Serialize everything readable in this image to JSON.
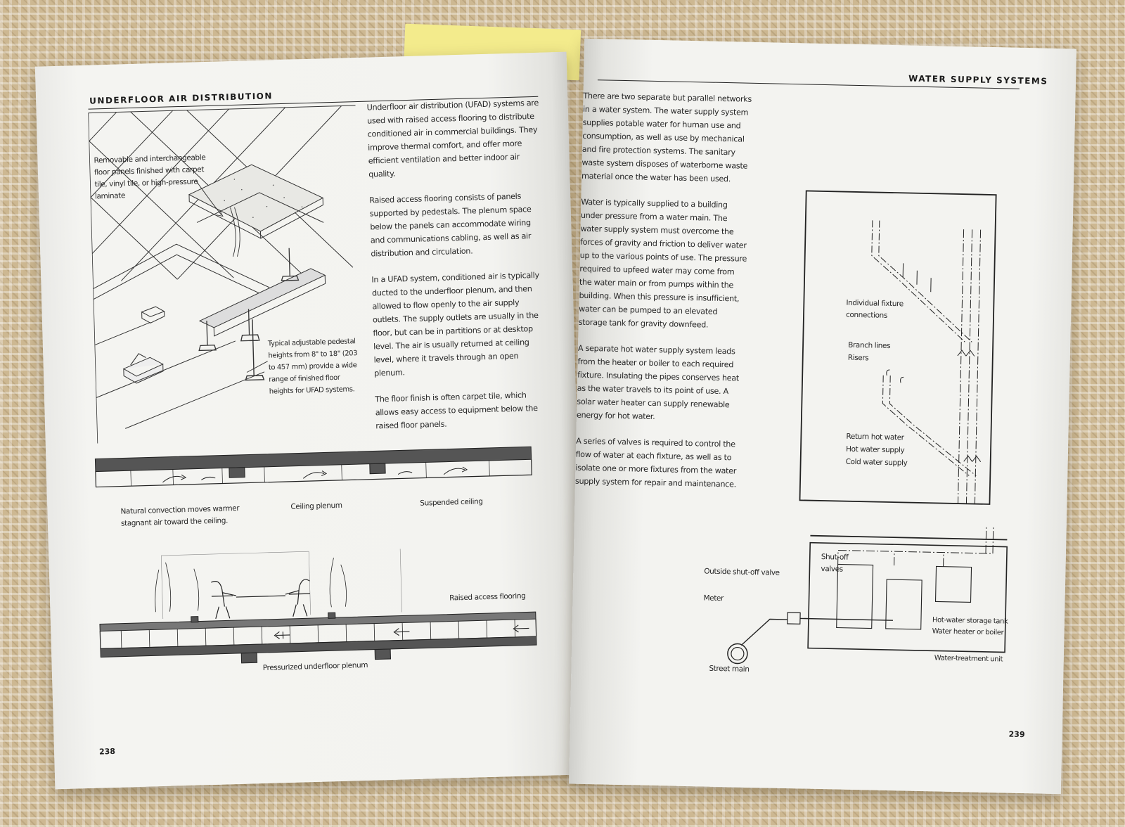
{
  "left_page": {
    "header": "UNDERFLOOR AIR DISTRIBUTION",
    "page_number": "238",
    "body_paragraphs": [
      "Underfloor air distribution (UFAD) systems are used with raised access flooring to distribute conditioned air in commercial buildings. They improve thermal comfort, and offer more efficient ventilation and better indoor air quality.",
      "Raised access flooring consists of panels supported by pedestals. The plenum space below the panels can accommodate wiring and communications cabling, as well as air distribution and circulation.",
      "In a UFAD system, conditioned air is typically ducted to the underfloor plenum, and then allowed to flow openly to the air supply outlets. The supply outlets are usually in the floor, but can be in partitions or at desktop level. The air is usually returned at ceiling level, where it travels through an open plenum.",
      "The floor finish is often carpet tile, which allows easy access to equipment below the raised floor panels."
    ],
    "labels": {
      "floor_panels": "Removable and interchangeable floor panels finished with carpet tile, vinyl tile, or high-pressure laminate",
      "pedestal": "Typical adjustable pedestal heights from 8\" to 18\" (203 to 457 mm) provide a wide range of finished floor heights for UFAD systems.",
      "natural_convection": "Natural convection moves warmer stagnant air toward the ceiling.",
      "ceiling_plenum": "Ceiling plenum",
      "suspended_ceiling": "Suspended ceiling",
      "raised_access_flooring": "Raised access flooring",
      "pressurized_plenum": "Pressurized underfloor plenum"
    }
  },
  "right_page": {
    "header": "WATER SUPPLY SYSTEMS",
    "page_number": "239",
    "body_paragraphs": [
      "There are two separate but parallel networks in a water system. The water supply system supplies potable water for human use and consumption, as well as use by mechanical and fire protection systems. The sanitary waste system disposes of waterborne waste material once the water has been used.",
      "Water is typically supplied to a building under pressure from a water main. The water supply system must overcome the forces of gravity and friction to deliver water up to the various points of use. The pressure required to upfeed water may come from the water main or from pumps within the building. When this pressure is insufficient, water can be pumped to an elevated storage tank for gravity downfeed.",
      "A separate hot water supply system leads from the heater or boiler to each required fixture. Insulating the pipes conserves heat as the water travels to its point of use. A solar water heater can supply renewable energy for hot water.",
      "A series of valves is required to control the flow of water at each fixture, as well as to isolate one or more fixtures from the water supply system for repair and maintenance."
    ],
    "labels": {
      "individual_fixture": "Individual fixture connections",
      "branch_lines": "Branch lines",
      "risers": "Risers",
      "return_hot": "Return hot water",
      "hot_supply": "Hot water supply",
      "cold_supply": "Cold water supply",
      "shut_off_valves": "Shut-off valves",
      "outside_valve": "Outside shut-off valve",
      "meter": "Meter",
      "street_main": "Street main",
      "storage_tank": "Hot-water storage tank",
      "water_heater": "Water heater or boiler",
      "treatment_unit": "Water-treatment unit"
    }
  },
  "colors": {
    "paper": "#f2f2ef",
    "ink": "#262626",
    "bookmark": "#f3eb8c",
    "fabric": "#cdb892"
  }
}
